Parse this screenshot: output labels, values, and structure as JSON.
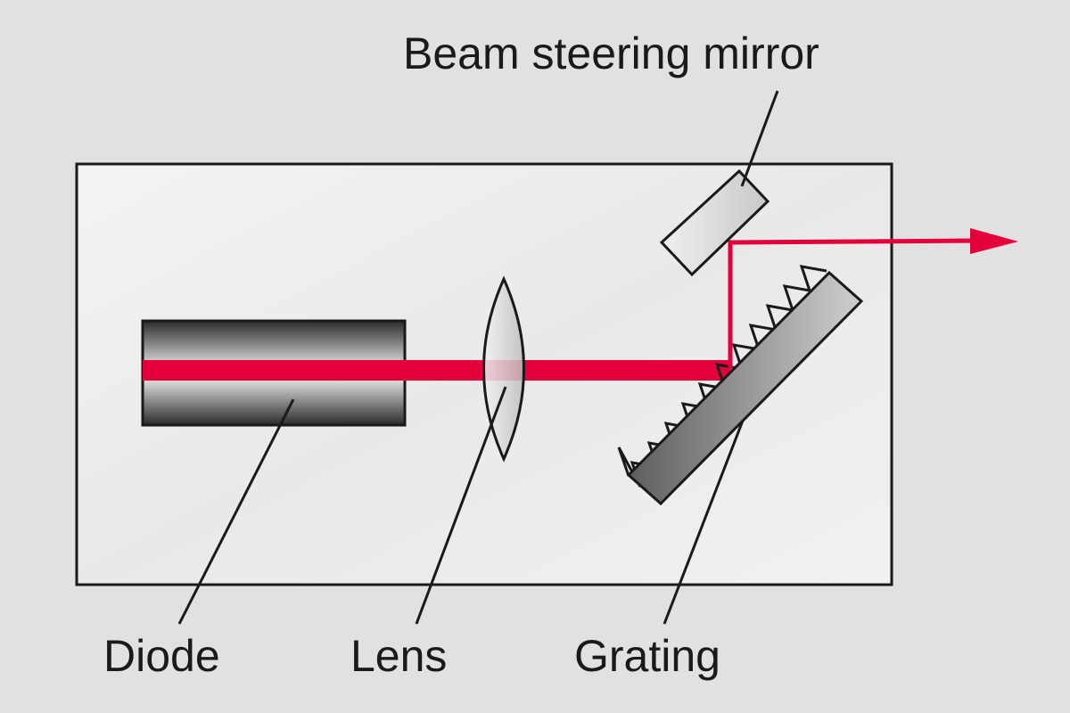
{
  "labels": {
    "mirror": "Beam steering mirror",
    "diode": "Diode",
    "lens": "Lens",
    "grating": "Grating"
  },
  "colors": {
    "background": "#e2e0e1",
    "beam": "#e4003a",
    "outline": "#1a1a1a"
  }
}
